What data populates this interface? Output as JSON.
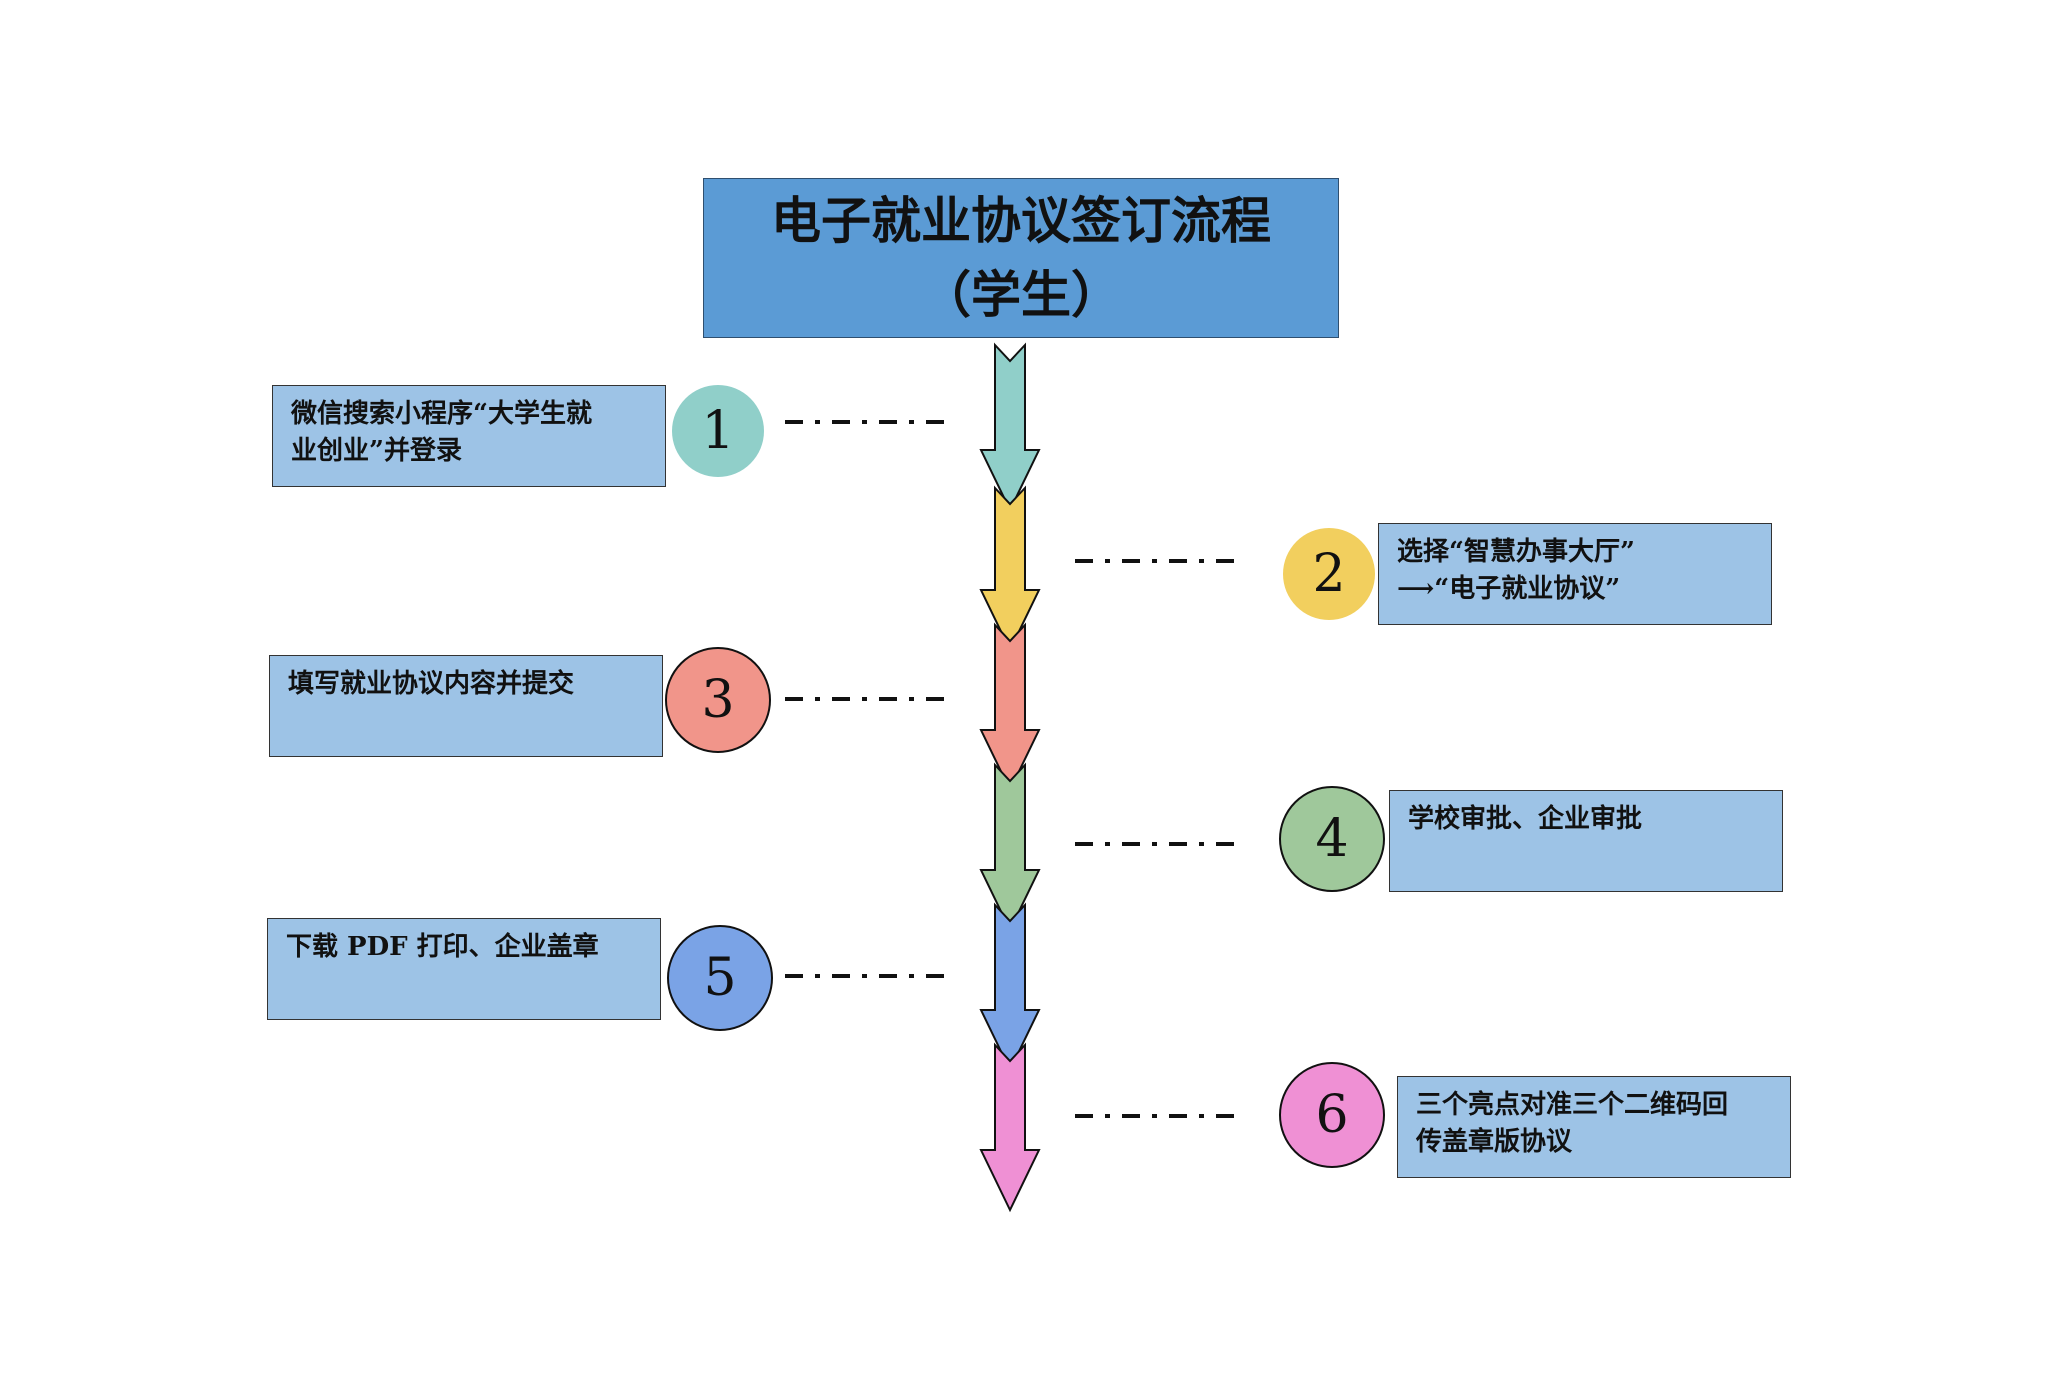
{
  "title": {
    "line1": "电子就业协议签订流程",
    "line2": "（学生）"
  },
  "steps": [
    {
      "number": "1",
      "lines": [
        "微信搜索小程序“大学生就",
        "业创业”并登录"
      ],
      "side": "left",
      "color": "#90cfc9"
    },
    {
      "number": "2",
      "lines": [
        "选择“智慧办事大厅”",
        " ⟶“电子就业协议”"
      ],
      "side": "right",
      "color": "#f2cf5e"
    },
    {
      "number": "3",
      "lines": [
        "填写就业协议内容并提交"
      ],
      "side": "left",
      "color": "#f1958a"
    },
    {
      "number": "4",
      "lines": [
        "学校审批、企业审批"
      ],
      "side": "right",
      "color": "#9fc89b"
    },
    {
      "number": "5",
      "lines": [
        "下载 PDF 打印、企业盖章"
      ],
      "side": "left",
      "color": "#7aa3e6"
    },
    {
      "number": "6",
      "lines": [
        "三个亮点对准三个二维码回",
        "传盖章版协议"
      ],
      "side": "right",
      "color": "#ef90d4"
    }
  ],
  "colors": {
    "title_bg": "#5b9bd5",
    "box_bg": "#9dc3e6"
  }
}
